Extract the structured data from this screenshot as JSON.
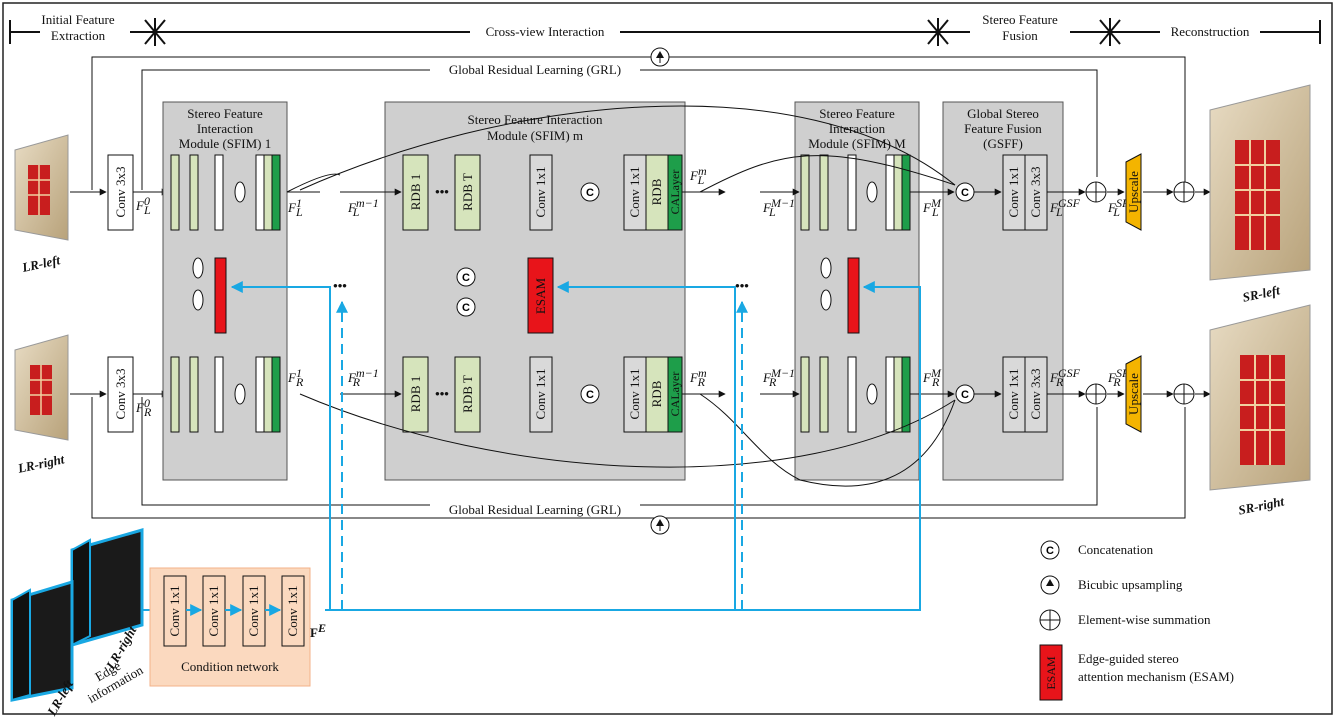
{
  "stages": {
    "initial": "Initial Feature\nExtraction",
    "cross_view": "Cross-view Interaction",
    "fusion": "Stereo Feature\nFusion",
    "reconstruction": "Reconstruction"
  },
  "grl_label": "Global Residual Learning (GRL)",
  "inputs": {
    "lr_left": "LR-left",
    "lr_right": "LR-right"
  },
  "outputs": {
    "sr_left": "SR-left",
    "sr_right": "SR-right"
  },
  "conv3x3": "Conv 3x3",
  "conv1x1": "Conv 1x1",
  "rdb": "RDB",
  "calayer": "CALayer",
  "esam": "ESAM",
  "upscale": "Upscale",
  "sfim1_title": "Stereo Feature\nInteraction\nModule (SFIM) 1",
  "sfimm_title": "Stereo Feature Interaction\nModule (SFIM) m",
  "sfimM_title": "Stereo Feature\nInteraction\nModule (SFIM) M",
  "gsff_title": "Global Stereo\nFeature Fusion\n(GSFF)",
  "rdb1": "RDB 1",
  "rdbT": "RDB T",
  "ellipsis": "•••",
  "condition_network": "Condition network",
  "edge_info": "Edge\ninformation",
  "edge_left": "LR-left",
  "edge_right": "LR-right",
  "feature_edge": "F",
  "legend": {
    "concat": "Concatenation",
    "bicubic": "Bicubic upsampling",
    "sum": "Element-wise summation",
    "esam": "Edge-guided stereo\nattention mechanism (ESAM)"
  },
  "colors": {
    "module_gray": "#cfcfcf",
    "light_green": "#d6e4bc",
    "dark_green": "#1e9e4a",
    "esam_red": "#e8141a",
    "upscale_yellow": "#f4b400",
    "cond_bg": "#fbd9bf",
    "blue": "#19a8e3"
  }
}
